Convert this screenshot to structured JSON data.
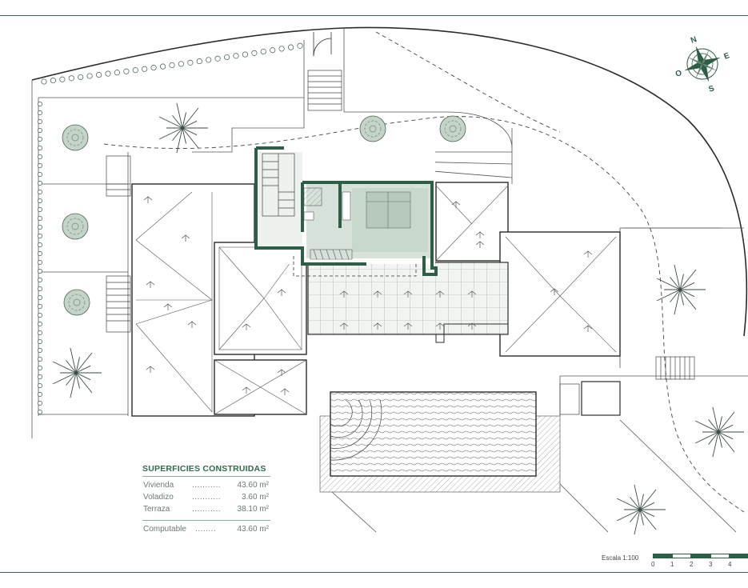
{
  "areas": {
    "title": "SUPERFICIES CONSTRUIDAS",
    "rows": [
      {
        "label": "Vivienda",
        "dots": "...........",
        "value": "43.60 m²"
      },
      {
        "label": "Voladizo",
        "dots": "...........",
        "value": "3.60 m²"
      },
      {
        "label": "Terraza",
        "dots": "...........",
        "value": "38.10 m²"
      }
    ],
    "total": {
      "label": "Computable",
      "dots": "........",
      "value": "43.60 m²"
    }
  },
  "compass": {
    "letters": [
      "N",
      "E",
      "S",
      "O"
    ]
  },
  "scale": {
    "label": "Escala 1:100",
    "ticks": [
      "0",
      "1",
      "2",
      "3",
      "4"
    ]
  },
  "colors": {
    "wall": "#2e5e45",
    "line": "#333333",
    "room_fill": "#d6e2d9",
    "paper": "#ffffff"
  }
}
